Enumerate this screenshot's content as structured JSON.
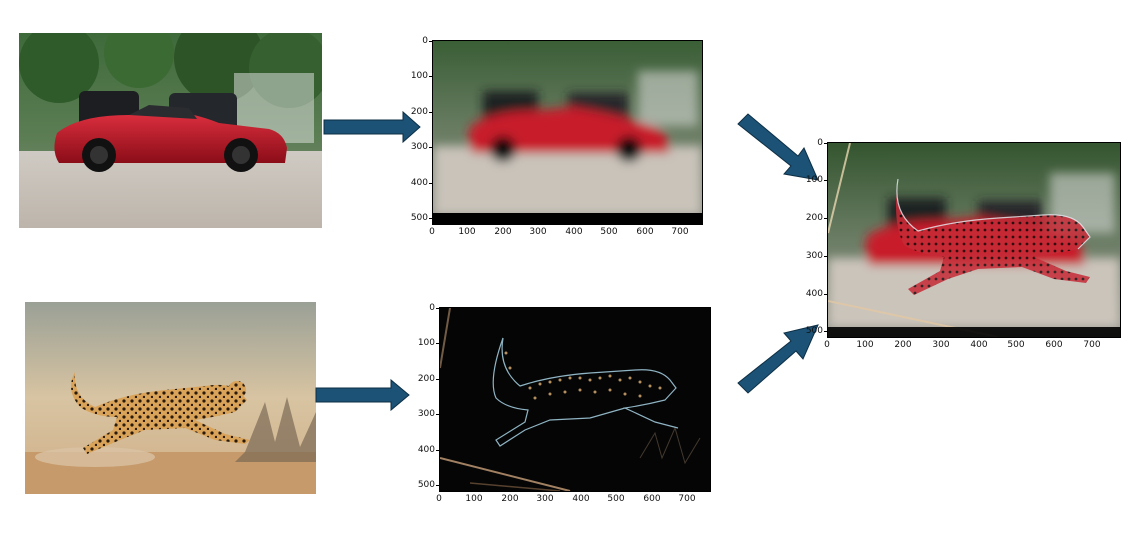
{
  "diagram": {
    "inputs": [
      {
        "name": "car-photo",
        "subject": "red convertible sports car"
      },
      {
        "name": "cheetah-photo",
        "subject": "running cheetah"
      }
    ],
    "arrow_color": "#1b5276"
  },
  "plots": {
    "blurred_car": {
      "x_ticks": [
        "0",
        "100",
        "200",
        "300",
        "400",
        "500",
        "600",
        "700"
      ],
      "y_ticks": [
        "0",
        "100",
        "200",
        "300",
        "400",
        "500"
      ]
    },
    "edge_cheetah": {
      "x_ticks": [
        "0",
        "100",
        "200",
        "300",
        "400",
        "500",
        "600",
        "700"
      ],
      "y_ticks": [
        "0",
        "100",
        "200",
        "300",
        "400",
        "500"
      ]
    },
    "hybrid": {
      "x_ticks": [
        "0",
        "100",
        "200",
        "300",
        "400",
        "500",
        "600",
        "700"
      ],
      "y_ticks": [
        "0",
        "100",
        "200",
        "300",
        "400",
        "500"
      ]
    }
  }
}
